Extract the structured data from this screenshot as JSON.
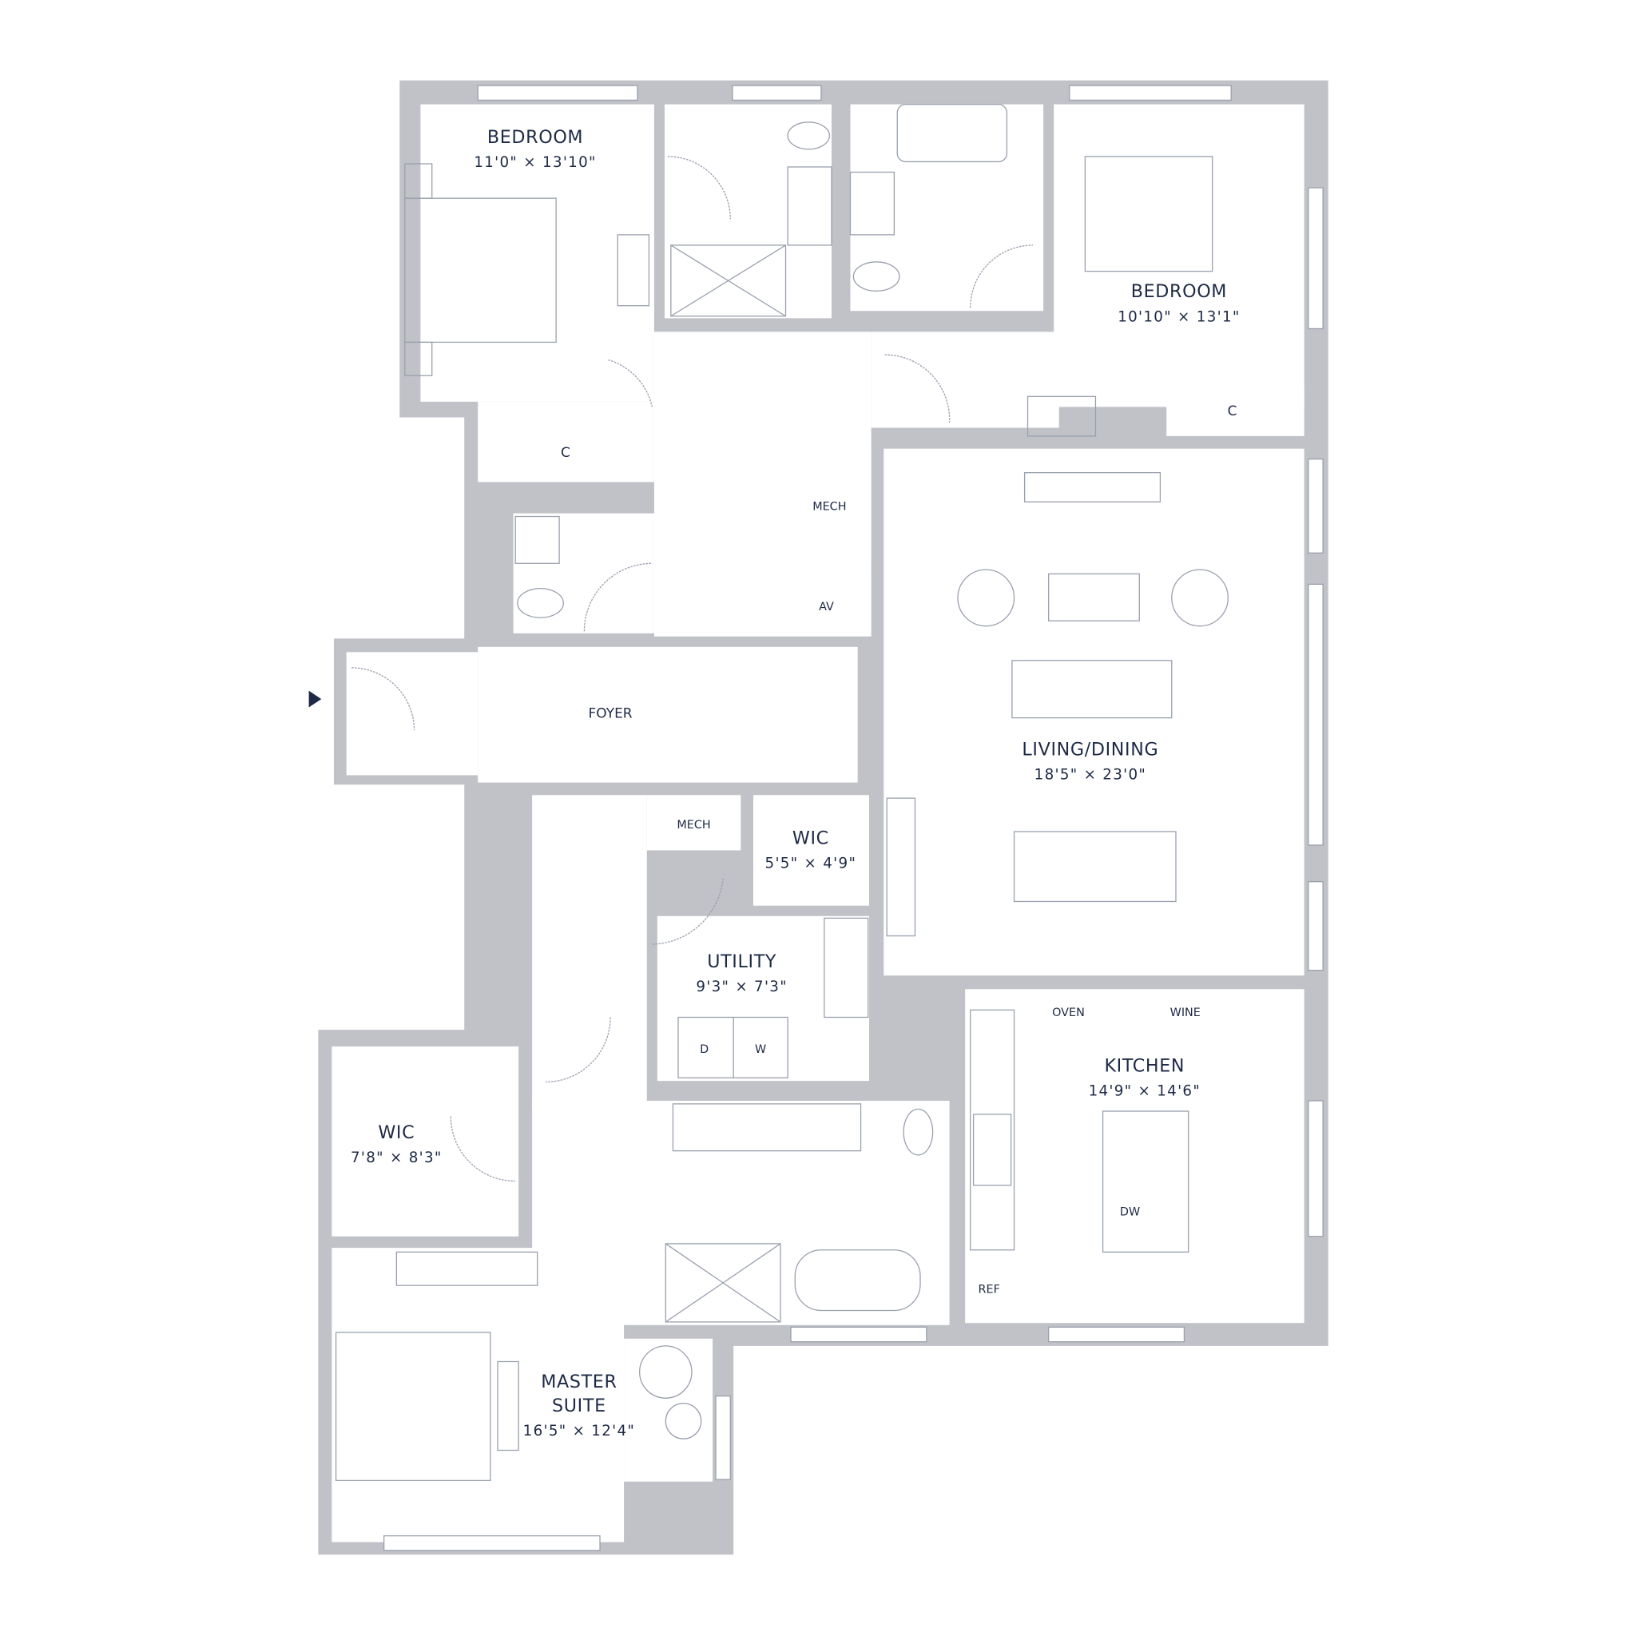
{
  "colors": {
    "wall": "#c0c2c8",
    "text": "#1e2a45",
    "line": "#9aa0ad"
  },
  "rooms": {
    "bedroom1": {
      "name": "BEDROOM",
      "dim": "11'0\" × 13'10\""
    },
    "bedroom2": {
      "name": "BEDROOM",
      "dim": "10'10\" × 13'1\""
    },
    "living": {
      "name": "LIVING/DINING",
      "dim": "18'5\" × 23'0\""
    },
    "foyer": {
      "name": "FOYER"
    },
    "wic_small": {
      "name": "WIC",
      "dim": "5'5\" × 4'9\""
    },
    "utility": {
      "name": "UTILITY",
      "dim": "9'3\" × 7'3\""
    },
    "kitchen": {
      "name": "KITCHEN",
      "dim": "14'9\" × 14'6\""
    },
    "wic_master": {
      "name": "WIC",
      "dim": "7'8\" × 8'3\""
    },
    "master": {
      "name1": "MASTER",
      "name2": "SUITE",
      "dim": "16'5\" × 12'4\""
    }
  },
  "labels": {
    "closet1": "C",
    "closet2": "C",
    "mech1": "MECH",
    "av": "AV",
    "mech2": "MECH",
    "dryer": "D",
    "washer": "W",
    "oven": "OVEN",
    "wine": "WINE",
    "dishwasher": "DW",
    "fridge": "REF"
  },
  "icons": {
    "entry": "entry-arrow-icon"
  }
}
